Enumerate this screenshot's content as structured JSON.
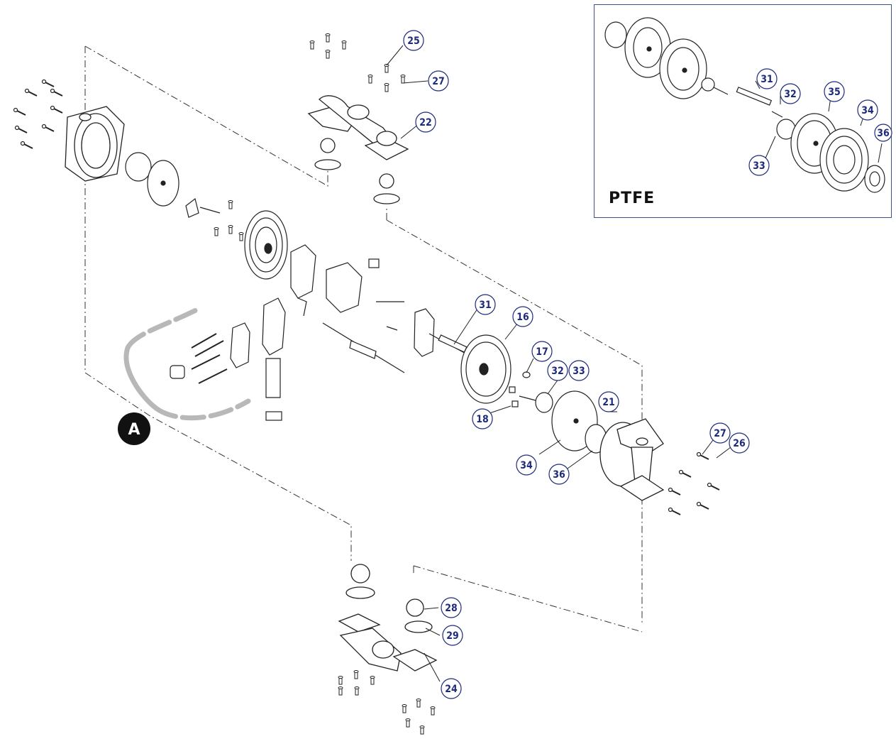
{
  "inset": {
    "label": "PTFE",
    "callouts": [
      "31",
      "32",
      "35",
      "34",
      "36",
      "33"
    ]
  },
  "detail_marker": "A",
  "main_callouts": [
    "25",
    "27",
    "22",
    "31",
    "16",
    "17",
    "32",
    "33",
    "18",
    "21",
    "34",
    "36",
    "27",
    "26",
    "28",
    "29",
    "24"
  ]
}
